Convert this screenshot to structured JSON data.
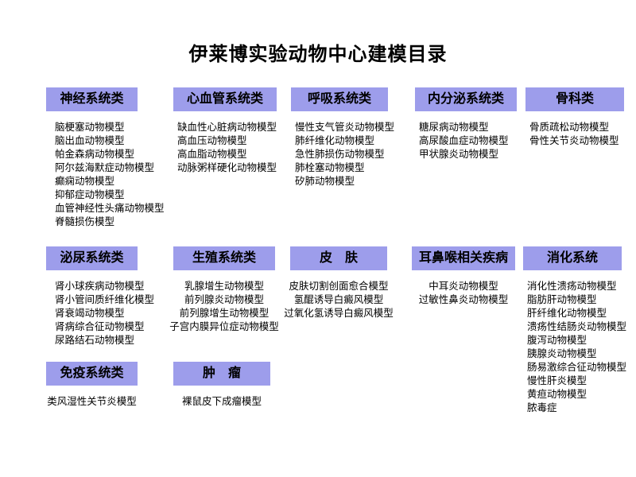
{
  "title": "伊莱博实验动物中心建模目录",
  "colors": {
    "header_bg": "#9d9deb",
    "text": "#000000",
    "background": "#ffffff"
  },
  "sections": [
    {
      "title": "神经系统类",
      "items": [
        "脑梗塞动物模型",
        "脑出血动物模型",
        "帕金森病动物模型",
        "阿尔兹海默症动物模型",
        "癫痫动物模型",
        "抑郁症动物模型",
        "血管神经性头痛动物模型",
        "脊髓损伤模型"
      ]
    },
    {
      "title": "心血管系统类",
      "items": [
        "缺血性心脏病动物模型",
        "高血压动物模型",
        "高血脂动物模型",
        "动脉粥样硬化动物模型"
      ]
    },
    {
      "title": "呼吸系统类",
      "items": [
        "慢性支气管炎动物模型",
        "肺纤维化动物模型",
        "急性肺损伤动物模型",
        "肺栓塞动物模型",
        "矽肺动物模型"
      ]
    },
    {
      "title": "内分泌系统类",
      "items": [
        "糖尿病动物模型",
        "高尿酸血症动物模型",
        "甲状腺炎动物模型"
      ]
    },
    {
      "title": "骨科类",
      "items": [
        "骨质疏松动物模型",
        "骨性关节炎动物模型"
      ]
    },
    {
      "title": "泌尿系统类",
      "items": [
        "肾小球疾病动物模型",
        "肾小管间质纤维化模型",
        "肾衰竭动物模型",
        "肾病综合征动物模型",
        "尿路结石动物模型"
      ]
    },
    {
      "title": "生殖系统类",
      "items": [
        "乳腺增生动物模型",
        "前列腺炎动物模型",
        "前列腺增生动物模型",
        "子宫内膜异位症动物模型"
      ]
    },
    {
      "title": "皮　肤",
      "items": [
        "皮肤切割创面愈合模型",
        "氢醌诱导白癜风模型",
        "过氧化氢诱导白癜风模型"
      ]
    },
    {
      "title": "耳鼻喉相关疾病",
      "items": [
        "中耳炎动物模型",
        "过敏性鼻炎动物模型"
      ]
    },
    {
      "title": "消化系统",
      "items": [
        "消化性溃疡动物模型",
        "脂肪肝动物模型",
        "肝纤维化动物模型",
        "溃疡性结肠炎动物模型",
        "腹泻动物模型",
        "胰腺炎动物模型",
        "肠易激综合征动物模型",
        "慢性肝炎模型",
        "黄疸动物模型",
        "脓毒症"
      ]
    },
    {
      "title": "免疫系统类",
      "items": [
        "类风湿性关节炎模型"
      ]
    },
    {
      "title": "肿　瘤",
      "items": [
        "裸鼠皮下成瘤模型"
      ]
    }
  ]
}
